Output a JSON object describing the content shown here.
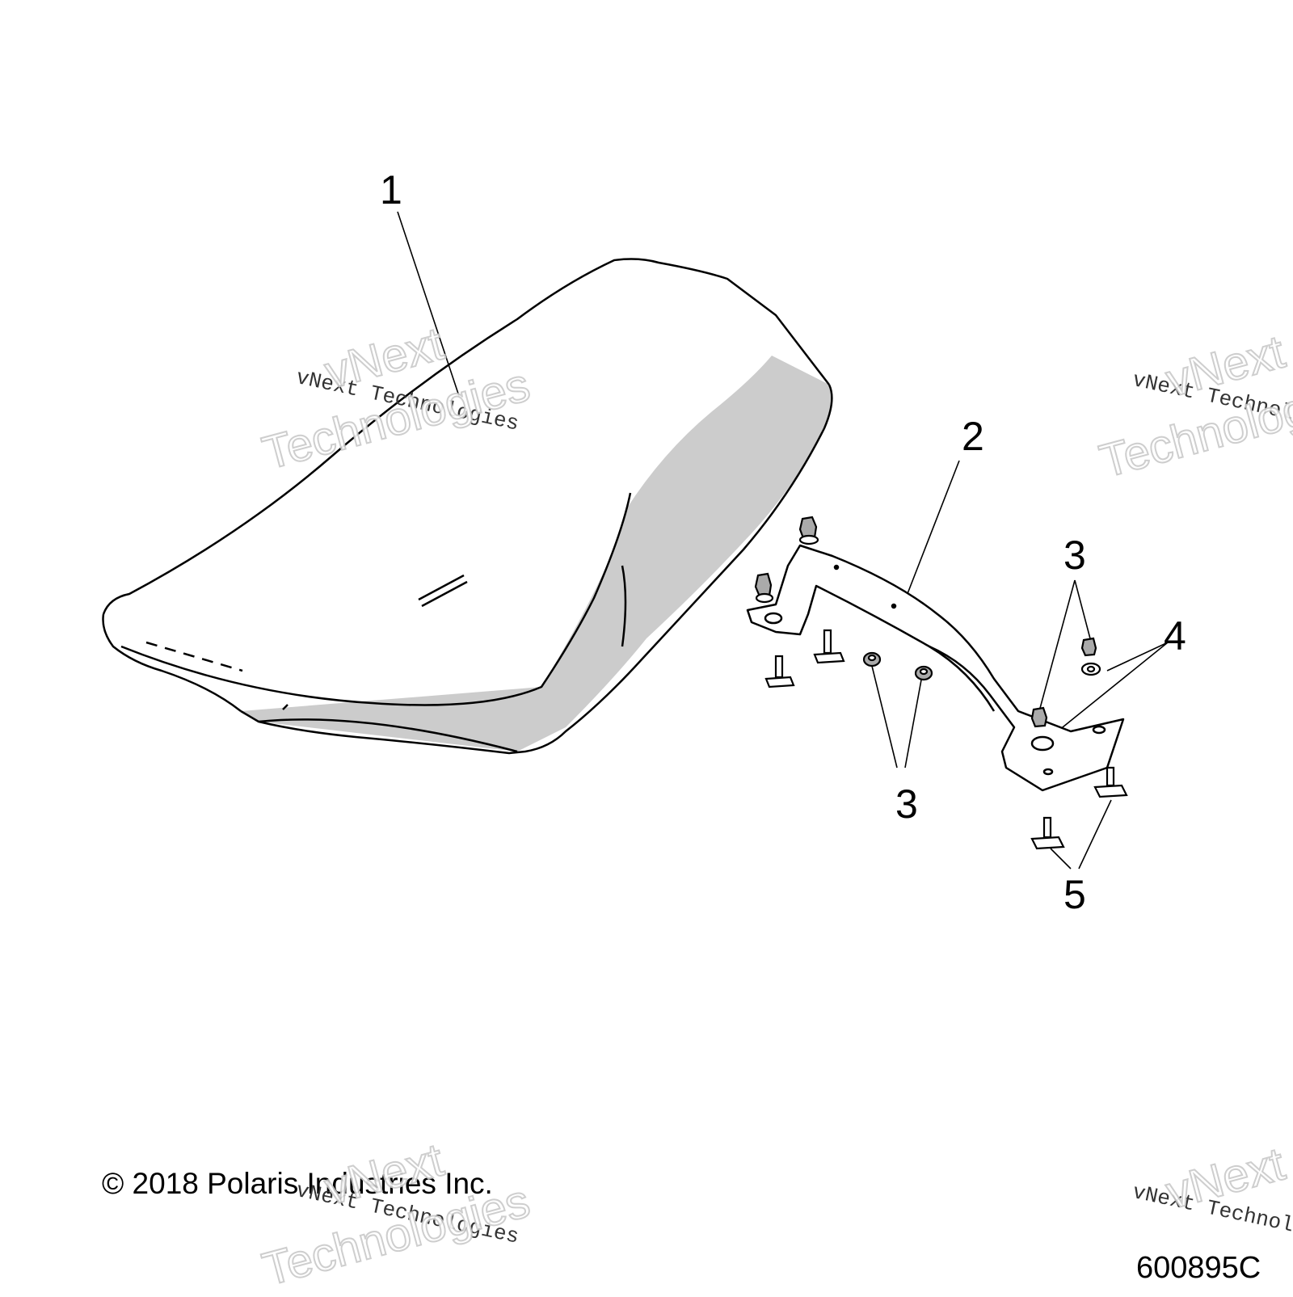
{
  "callouts": {
    "c1": "1",
    "c2": "2",
    "c3a": "3",
    "c3b": "3",
    "c4": "4",
    "c5": "5"
  },
  "footer": {
    "copyright": "© 2018 Polaris Industries Inc.",
    "diagram_id": "600895C"
  },
  "watermark": {
    "text": "vNext Technologies",
    "word1": "vNext",
    "word2": "Technologies"
  },
  "colors": {
    "line": "#000000",
    "shade": "#cccccc",
    "background": "#ffffff"
  }
}
